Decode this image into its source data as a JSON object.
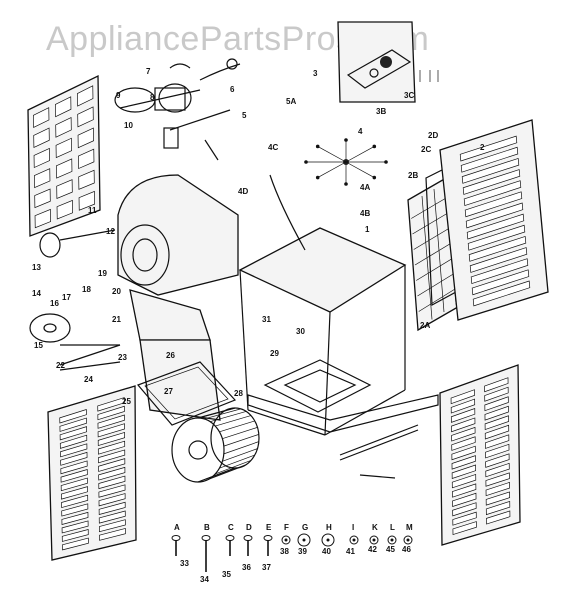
{
  "watermark": "AppliancePartsPros.com",
  "callouts": [
    "1",
    "2",
    "2A",
    "2B",
    "2C",
    "2D",
    "3",
    "3B",
    "3C",
    "4",
    "4A",
    "4B",
    "4C",
    "4D",
    "5",
    "5A",
    "6",
    "7",
    "8",
    "9",
    "10",
    "11",
    "12",
    "13",
    "14",
    "15",
    "16",
    "17",
    "18",
    "19",
    "20",
    "21",
    "22",
    "23",
    "24",
    "25",
    "26",
    "27",
    "28",
    "29",
    "30",
    "31"
  ],
  "hardware": {
    "letters": [
      "A",
      "B",
      "C",
      "D",
      "E",
      "F",
      "G",
      "H",
      "I",
      "K",
      "L",
      "M"
    ],
    "numbers": [
      "33",
      "34",
      "35",
      "36",
      "37",
      "38",
      "39",
      "40",
      "41",
      "42",
      "45",
      "46"
    ]
  }
}
